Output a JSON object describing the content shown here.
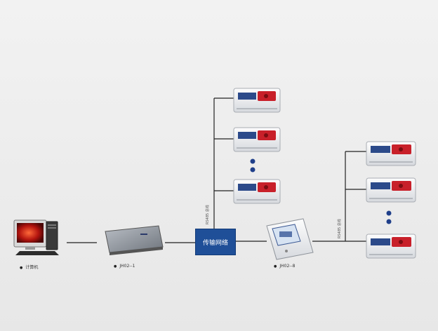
{
  "diagram": {
    "nodes": {
      "computer": "计算机",
      "gateway": "JH02--1",
      "network": "传输网络",
      "concentrator": "JH02--8"
    },
    "edge_labels": {
      "left_bus": "RS485 总线",
      "right_bus": "RS485 总线"
    }
  },
  "colors": {
    "network_box": "#1f4f98",
    "device_red": "#c8202a",
    "device_blue": "#2c4a8a",
    "line": "#222222"
  }
}
